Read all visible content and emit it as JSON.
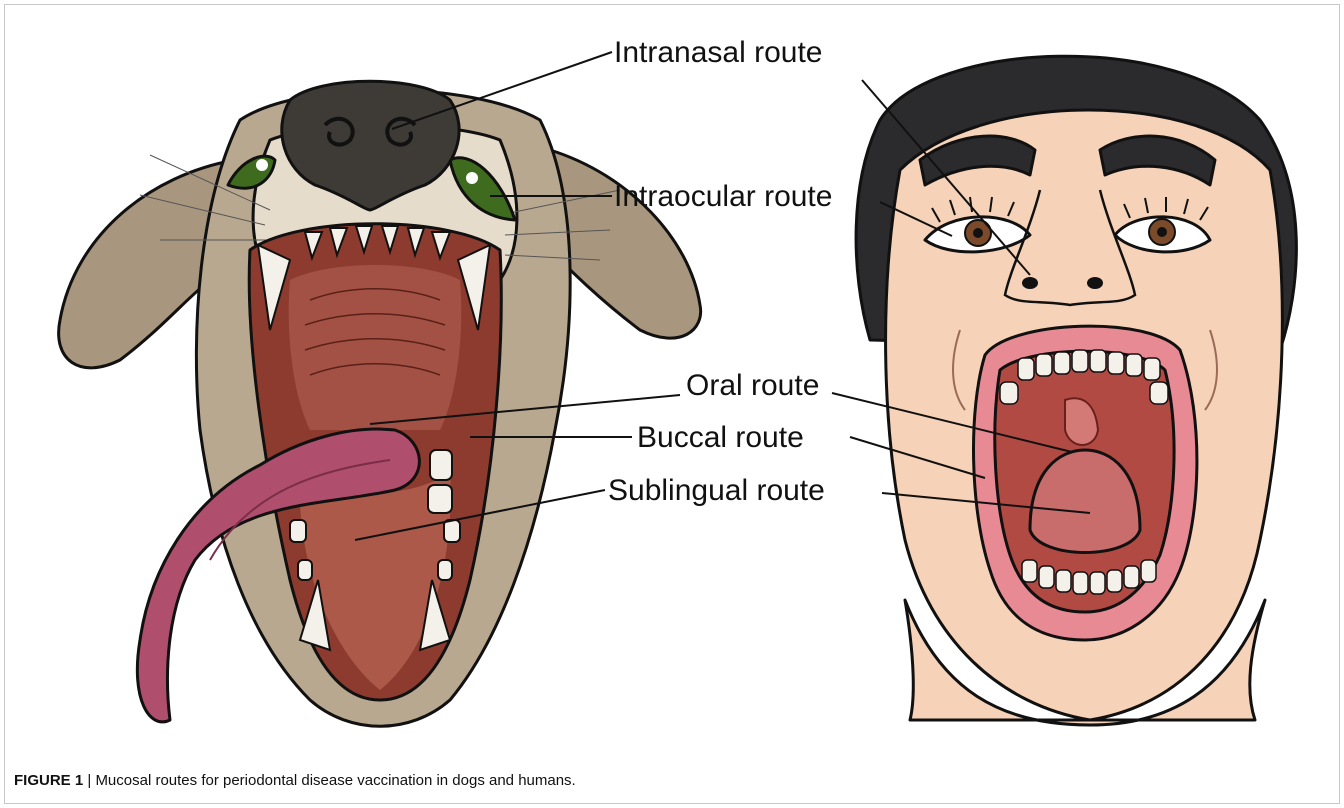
{
  "labels": {
    "intranasal": "Intranasal route",
    "intraocular": "Intraocular route",
    "oral": "Oral route",
    "buccal": "Buccal route",
    "sublingual": "Sublingual route"
  },
  "caption": {
    "figure_number": "FIGURE 1",
    "separator": "|",
    "text": "Mucosal routes for periodontal disease vaccination in dogs and humans."
  },
  "colors": {
    "dog_fur": "#b8a890",
    "dog_muzzle": "#e6dccb",
    "dog_nose": "#3e3a36",
    "dog_eye": "#3f6b1f",
    "dog_mouth": "#8c3b2e",
    "dog_tongue": "#b04e6e",
    "teeth": "#f3f1ea",
    "human_skin": "#f6d2b8",
    "human_hair": "#2b2b2e",
    "human_lips": "#e88a93",
    "human_mouth": "#b24a44",
    "human_tongue": "#c96c6c",
    "human_eye": "#7a4a2a"
  }
}
